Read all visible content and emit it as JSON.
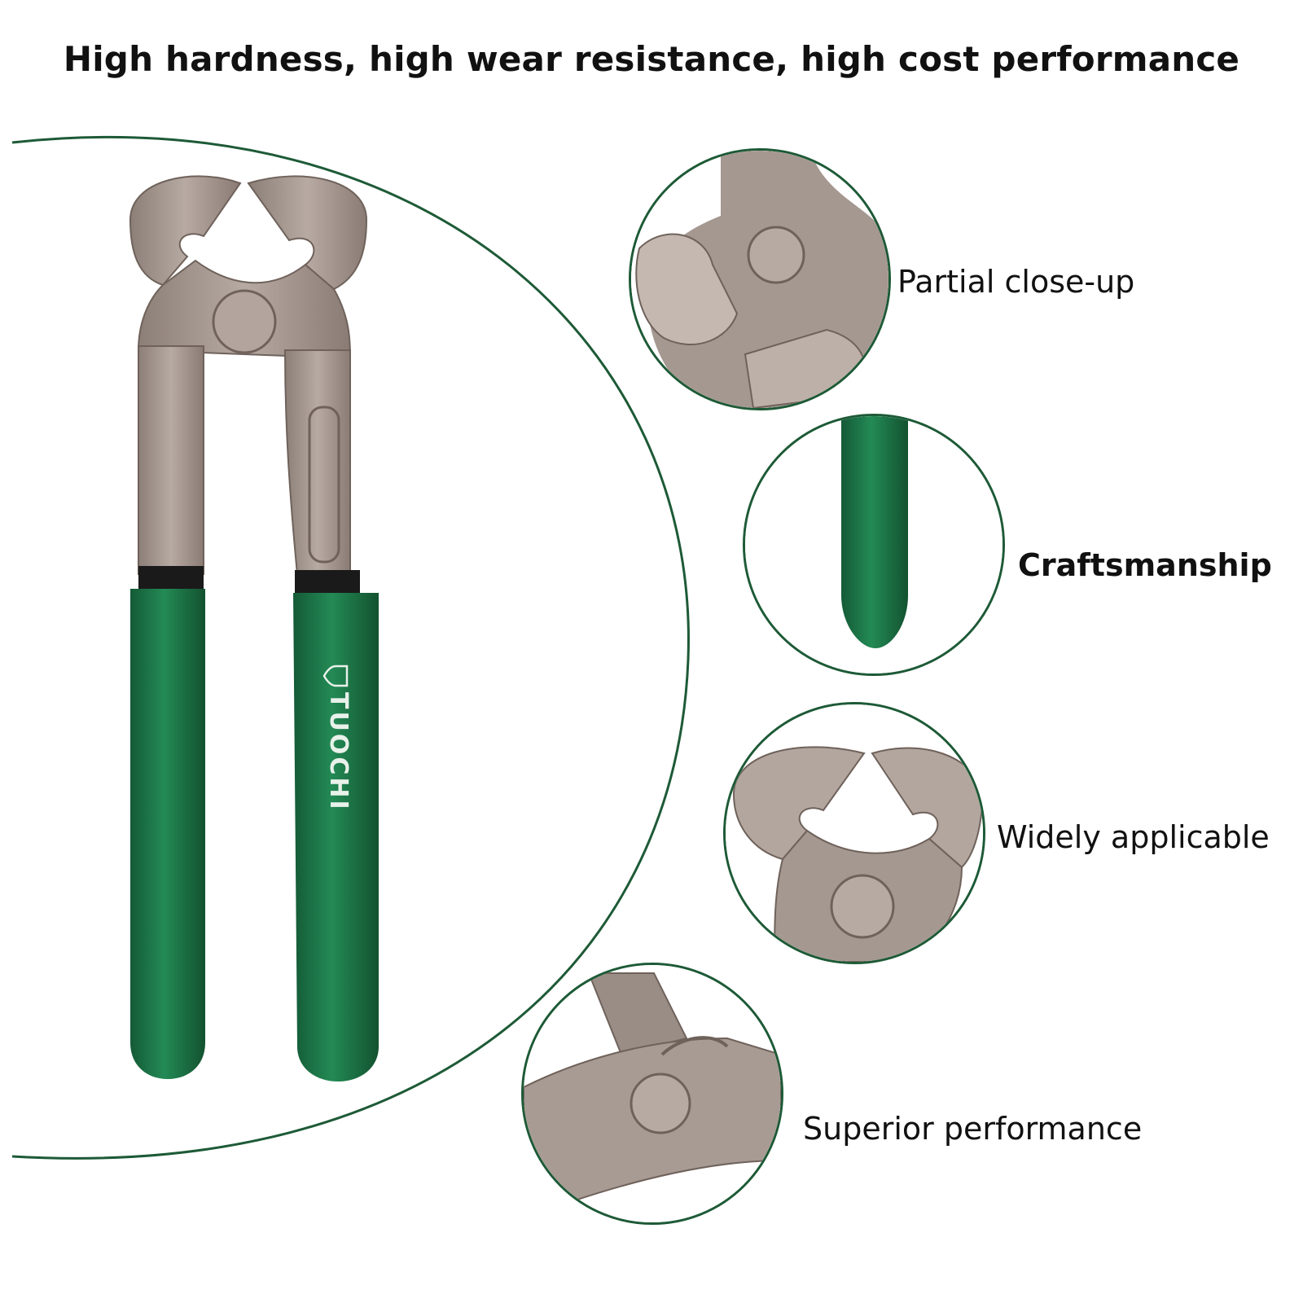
{
  "headline": "High hardness, high wear resistance, high cost performance",
  "brand": {
    "logo_text": "TUOCHI",
    "logo_icon": "shield-logo-icon"
  },
  "colors": {
    "accent_green": "#1d5a36",
    "handle_green": "#1f7a4a",
    "steel": "#a89a92"
  },
  "features": [
    {
      "label": "Partial close-up"
    },
    {
      "label": "Craftsmanship"
    },
    {
      "label": "Widely applicable"
    },
    {
      "label": "Superior performance"
    }
  ]
}
